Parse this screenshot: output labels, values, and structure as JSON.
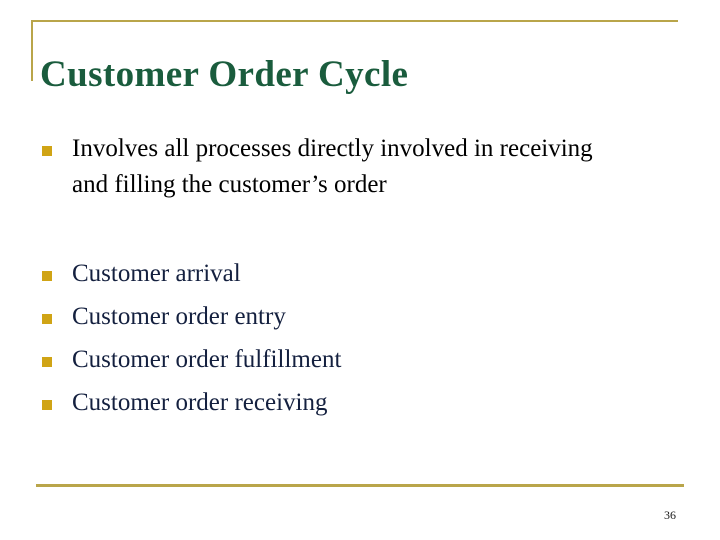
{
  "slide": {
    "title": "Customer Order Cycle",
    "page_number": "36",
    "colors": {
      "title_text": "#1a5c3d",
      "rule_gold": "#b9a54a",
      "bullet_gold": "#d0a415",
      "body_text": "#000000",
      "list_text": "#14203f",
      "background": "#ffffff"
    },
    "body": {
      "paragraph": {
        "bullet": "square-bullet",
        "text": "Involves all processes directly involved in receiving and filling the customer’s order"
      },
      "list": [
        {
          "bullet": "square-bullet",
          "text": "Customer arrival"
        },
        {
          "bullet": "square-bullet",
          "text": "Customer order entry"
        },
        {
          "bullet": "square-bullet",
          "text": "Customer order fulfillment"
        },
        {
          "bullet": "square-bullet",
          "text": "Customer order receiving"
        }
      ]
    }
  }
}
